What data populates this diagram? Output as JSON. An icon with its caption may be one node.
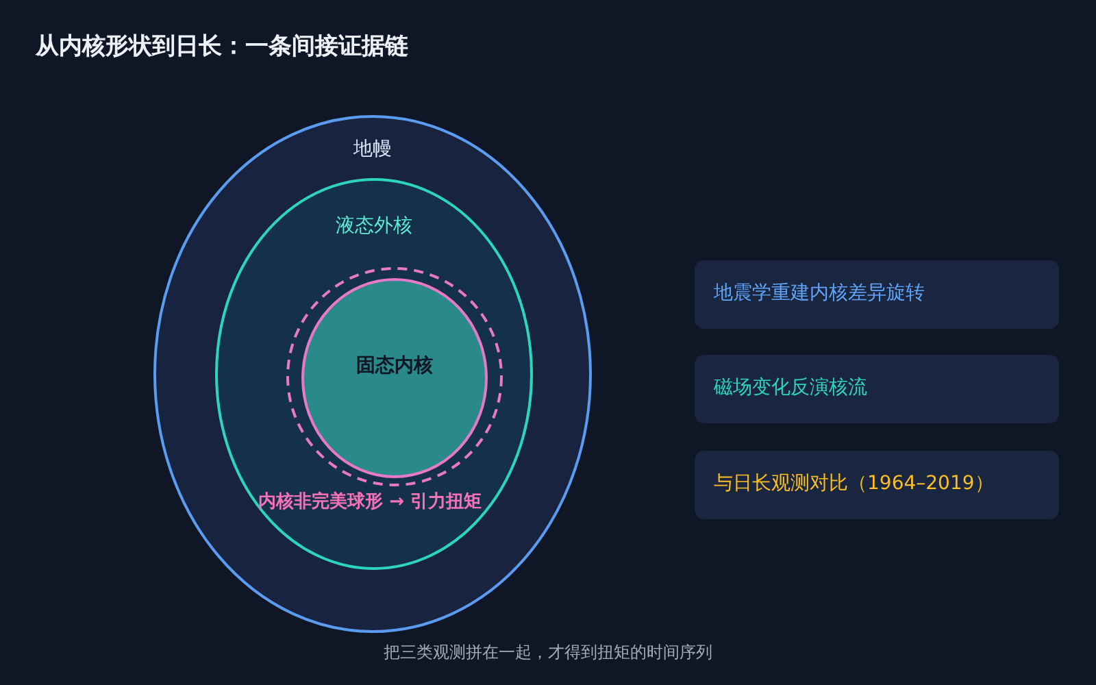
{
  "diagram": {
    "title": "从内核形状到日长：一条间接证据链",
    "caption": "把三类观测拼在一起，才得到扭矩的时间序列",
    "nodes": [
      {
        "text": [
          "地幔"
        ]
      },
      {
        "text": [
          "液态外核"
        ],
        "in": 0
      },
      {
        "text": [
          "固态内核"
        ],
        "in": 1,
        "beside": [
          "内核非完美球形 → 引力扭矩"
        ]
      },
      {
        "text": [
          "地震学重建内核差异旋转"
        ]
      },
      {
        "text": [
          "磁场变化反演核流"
        ]
      },
      {
        "text": [
          "与日长观测对比（1964–2019）"
        ]
      }
    ],
    "edges": []
  }
}
